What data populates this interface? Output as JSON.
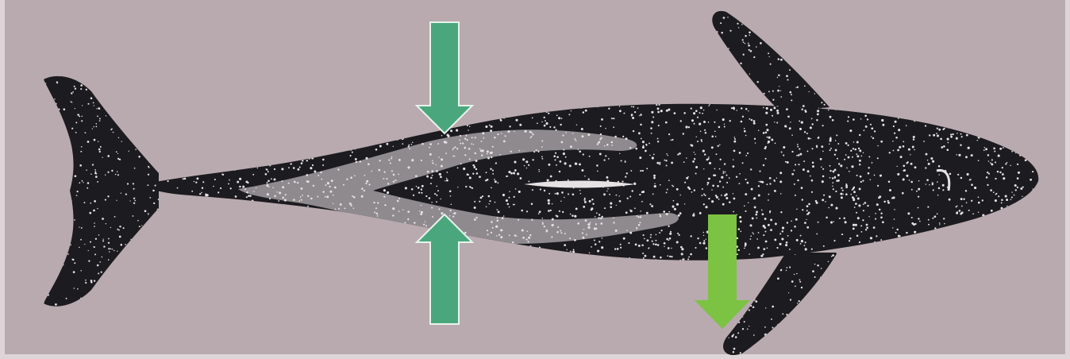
{
  "scene": {
    "subject": "shark",
    "colors": {
      "background": "#b8aaae",
      "background_edge": "#ddd5d7",
      "body": "#1c1b1f",
      "belly_stripe": "#8f8a8e",
      "spots": "#e6e2e4",
      "arrow_teal": "#4aa77d",
      "arrow_teal_outline": "#e8f3ec",
      "arrow_lime": "#7cc243"
    },
    "arrows": [
      {
        "name": "upper-arrow",
        "direction": "down",
        "color": "arrow_teal"
      },
      {
        "name": "lower-arrow",
        "direction": "up",
        "color": "arrow_teal"
      },
      {
        "name": "fin-arrow",
        "direction": "down",
        "color": "arrow_lime"
      }
    ]
  }
}
